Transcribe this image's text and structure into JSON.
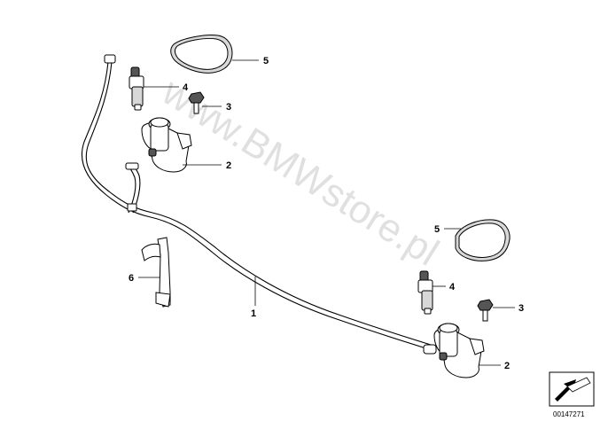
{
  "diagram": {
    "watermark": "www.BMWstore.pl",
    "diagram_id": "00147271",
    "callouts": [
      {
        "id": "part-1",
        "label": "1"
      },
      {
        "id": "part-2-top",
        "label": "2"
      },
      {
        "id": "part-2-bottom",
        "label": "2"
      },
      {
        "id": "part-3-top",
        "label": "3"
      },
      {
        "id": "part-3-bottom",
        "label": "3"
      },
      {
        "id": "part-4-top",
        "label": "4"
      },
      {
        "id": "part-4-bottom",
        "label": "4"
      },
      {
        "id": "part-5-top",
        "label": "5"
      },
      {
        "id": "part-5-bottom",
        "label": "5"
      },
      {
        "id": "part-6",
        "label": "6"
      }
    ]
  }
}
